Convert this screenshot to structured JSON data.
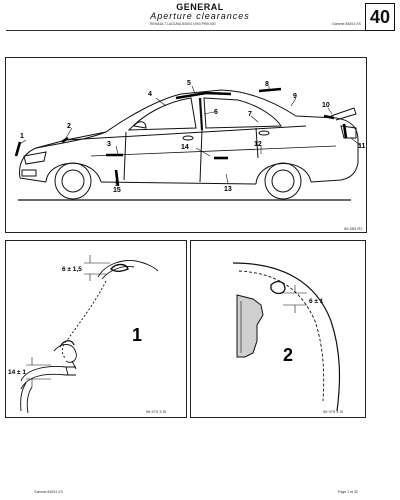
{
  "header": {
    "title": "GENERAL",
    "subtitle": "Aperture   clearances",
    "ref_left": "RENAULT LAGUNA  84004 1993  PRB 400",
    "ref_right": "Gamme 84004 XS",
    "section": "40"
  },
  "panel_top": {
    "labels": [
      "1",
      "2",
      "3",
      "4",
      "5",
      "6",
      "7",
      "8",
      "9",
      "10",
      "11",
      "12",
      "13",
      "14",
      "15"
    ],
    "fig_ref": "96 583 R2"
  },
  "panel_left": {
    "big_number": "1",
    "dim_top": "6 ± 1,5",
    "dim_bottom": "14 ± 1",
    "fig_ref": "96 979 3 Sl"
  },
  "panel_right": {
    "big_number": "2",
    "dim": "6 ± 1",
    "fig_ref": "96 979 4 Sl"
  },
  "footer": {
    "left": "Gamme 84004 XS",
    "right": "Page 1 et 32"
  }
}
